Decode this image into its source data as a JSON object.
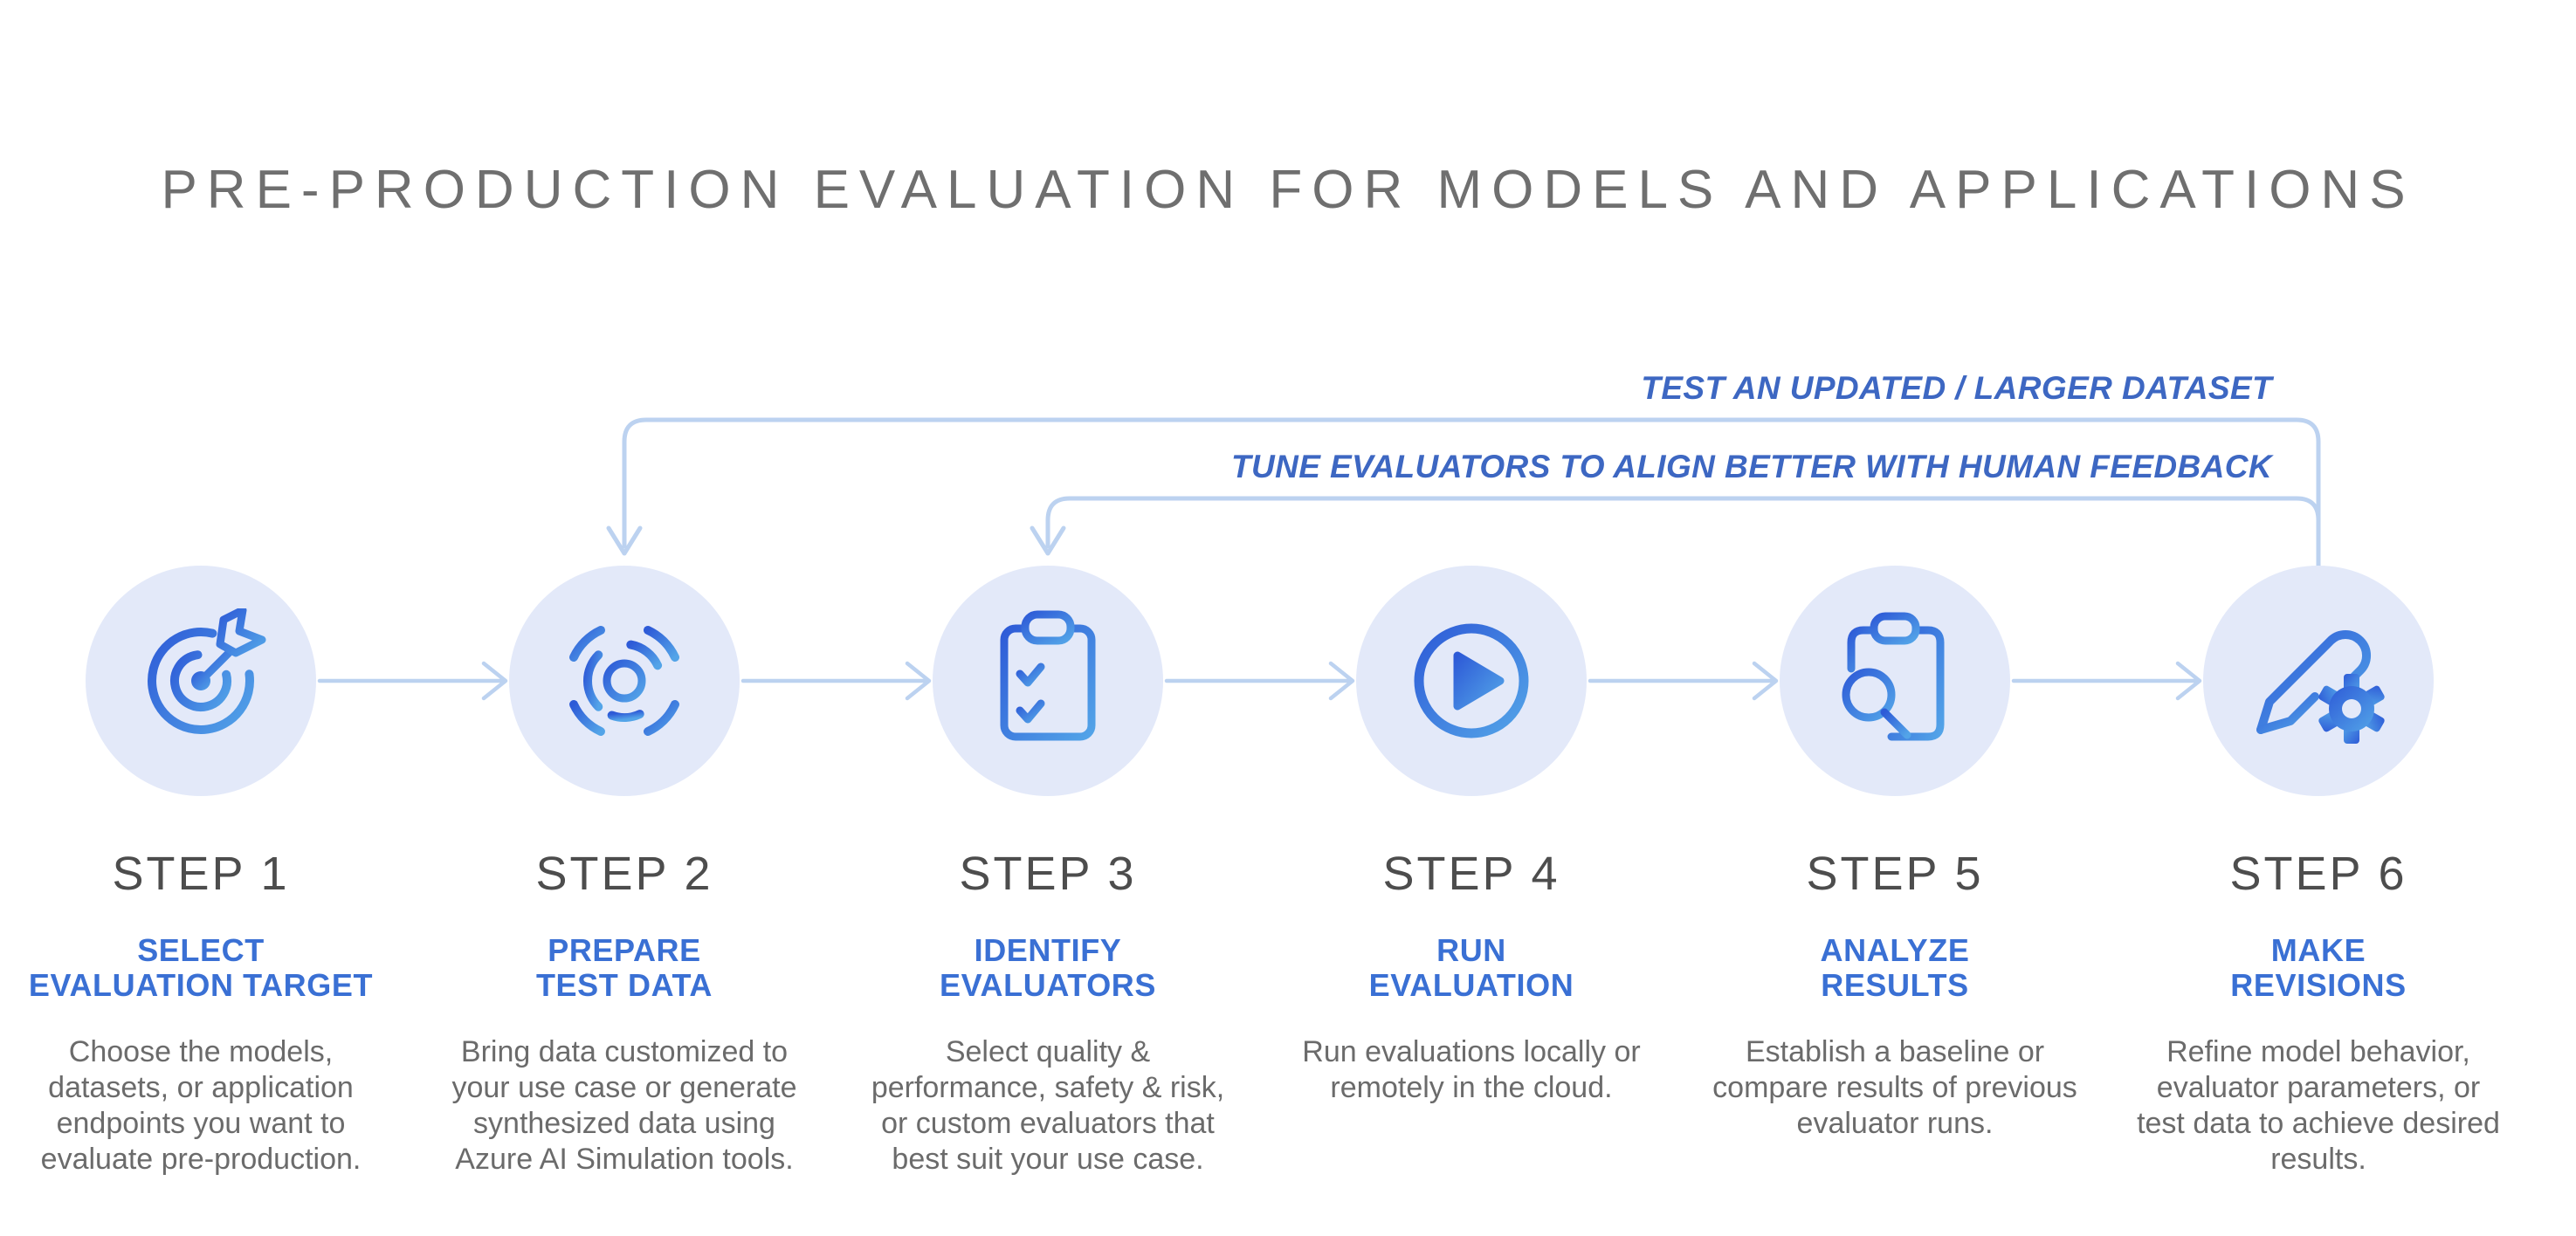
{
  "title": "PRE-PRODUCTION EVALUATION FOR MODELS AND APPLICATIONS",
  "feedback_loops": {
    "loop1_label": "TEST AN UPDATED / LARGER DATASET",
    "loop2_label": "TUNE EVALUATORS TO ALIGN BETTER WITH HUMAN FEEDBACK",
    "loop1_from": "STEP 6",
    "loop1_to": "STEP 2",
    "loop2_from": "STEP 6",
    "loop2_to": "STEP 3"
  },
  "colors": {
    "title_gray": "#6f6f6f",
    "step_label_gray": "#4d4d4d",
    "description_gray": "#6b6b6b",
    "subtitle_blue": "#3a70d4",
    "feedback_label_blue": "#3d67c2",
    "connector_blue": "#bcd2f0",
    "circle_background": "#e3e9f9",
    "icon_gradient_start": "#2e5bd7",
    "icon_gradient_end": "#53a4e8"
  },
  "steps": [
    {
      "label": "STEP 1",
      "subtitle_line1": "SELECT",
      "subtitle_line2": "EVALUATION TARGET",
      "description": "Choose the models, datasets, or application endpoints you want to evaluate pre-production.",
      "icon": "target-dart-icon"
    },
    {
      "label": "STEP 2",
      "subtitle_line1": "PREPARE",
      "subtitle_line2": "TEST DATA",
      "description": "Bring data customized to your use case or generate synthesized data using Azure AI Simulation tools.",
      "icon": "data-pulse-icon"
    },
    {
      "label": "STEP 3",
      "subtitle_line1": "IDENTIFY",
      "subtitle_line2": "EVALUATORS",
      "description": "Select quality & performance, safety & risk, or custom evaluators that best suit your use case.",
      "icon": "checklist-clipboard-icon"
    },
    {
      "label": "STEP 4",
      "subtitle_line1": "RUN",
      "subtitle_line2": "EVALUATION",
      "description": "Run evaluations locally or remotely in the cloud.",
      "icon": "play-icon"
    },
    {
      "label": "STEP 5",
      "subtitle_line1": "ANALYZE",
      "subtitle_line2": "RESULTS",
      "description": "Establish a baseline or compare results of previous evaluator runs.",
      "icon": "search-clipboard-icon"
    },
    {
      "label": "STEP 6",
      "subtitle_line1": "MAKE",
      "subtitle_line2": "REVISIONS",
      "description": "Refine model behavior, evaluator parameters, or test data to achieve desired results.",
      "icon": "edit-gear-icon"
    }
  ]
}
